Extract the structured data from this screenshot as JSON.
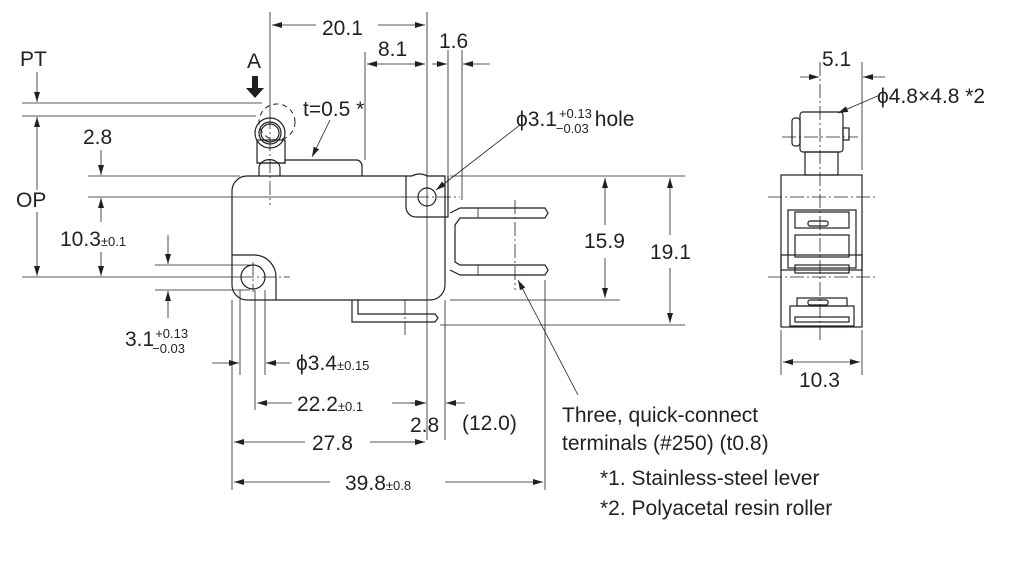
{
  "labels": {
    "pt": "PT",
    "op": "OP",
    "a": "A",
    "d20_1": "20.1",
    "d8_1": "8.1",
    "d1_6": "1.6",
    "t05": "t=0.5 *",
    "d2_8_top": "2.8",
    "d10_3": "10.3",
    "d10_3_tol": "±0.1",
    "hole_prefix": "ϕ3.1",
    "hole_tol_plus": "+0.13",
    "hole_tol_minus": "−0.03",
    "hole_suffix": "hole",
    "d3_1": "3.1",
    "d3_1_plus": "+0.13",
    "d3_1_minus": "−0.03",
    "d3_4": "ϕ3.4",
    "d3_4_tol": "±0.15",
    "d22_2": "22.2",
    "d22_2_tol": "±0.1",
    "d2_8_bottom": "2.8",
    "d12_0": "(12.0)",
    "d27_8": "27.8",
    "d39_8": "39.8",
    "d39_8_tol": "±0.8",
    "d15_9": "15.9",
    "d19_1": "19.1",
    "d5_1": "5.1",
    "roller": "ϕ4.8×4.8 *2",
    "d10_3_side": "10.3"
  },
  "notes": {
    "terminals_1": "Three, quick-connect",
    "terminals_2": "terminals (#250) (t0.8)",
    "note1": "*1. Stainless-steel lever",
    "note2": "*2. Polyacetal resin roller"
  }
}
